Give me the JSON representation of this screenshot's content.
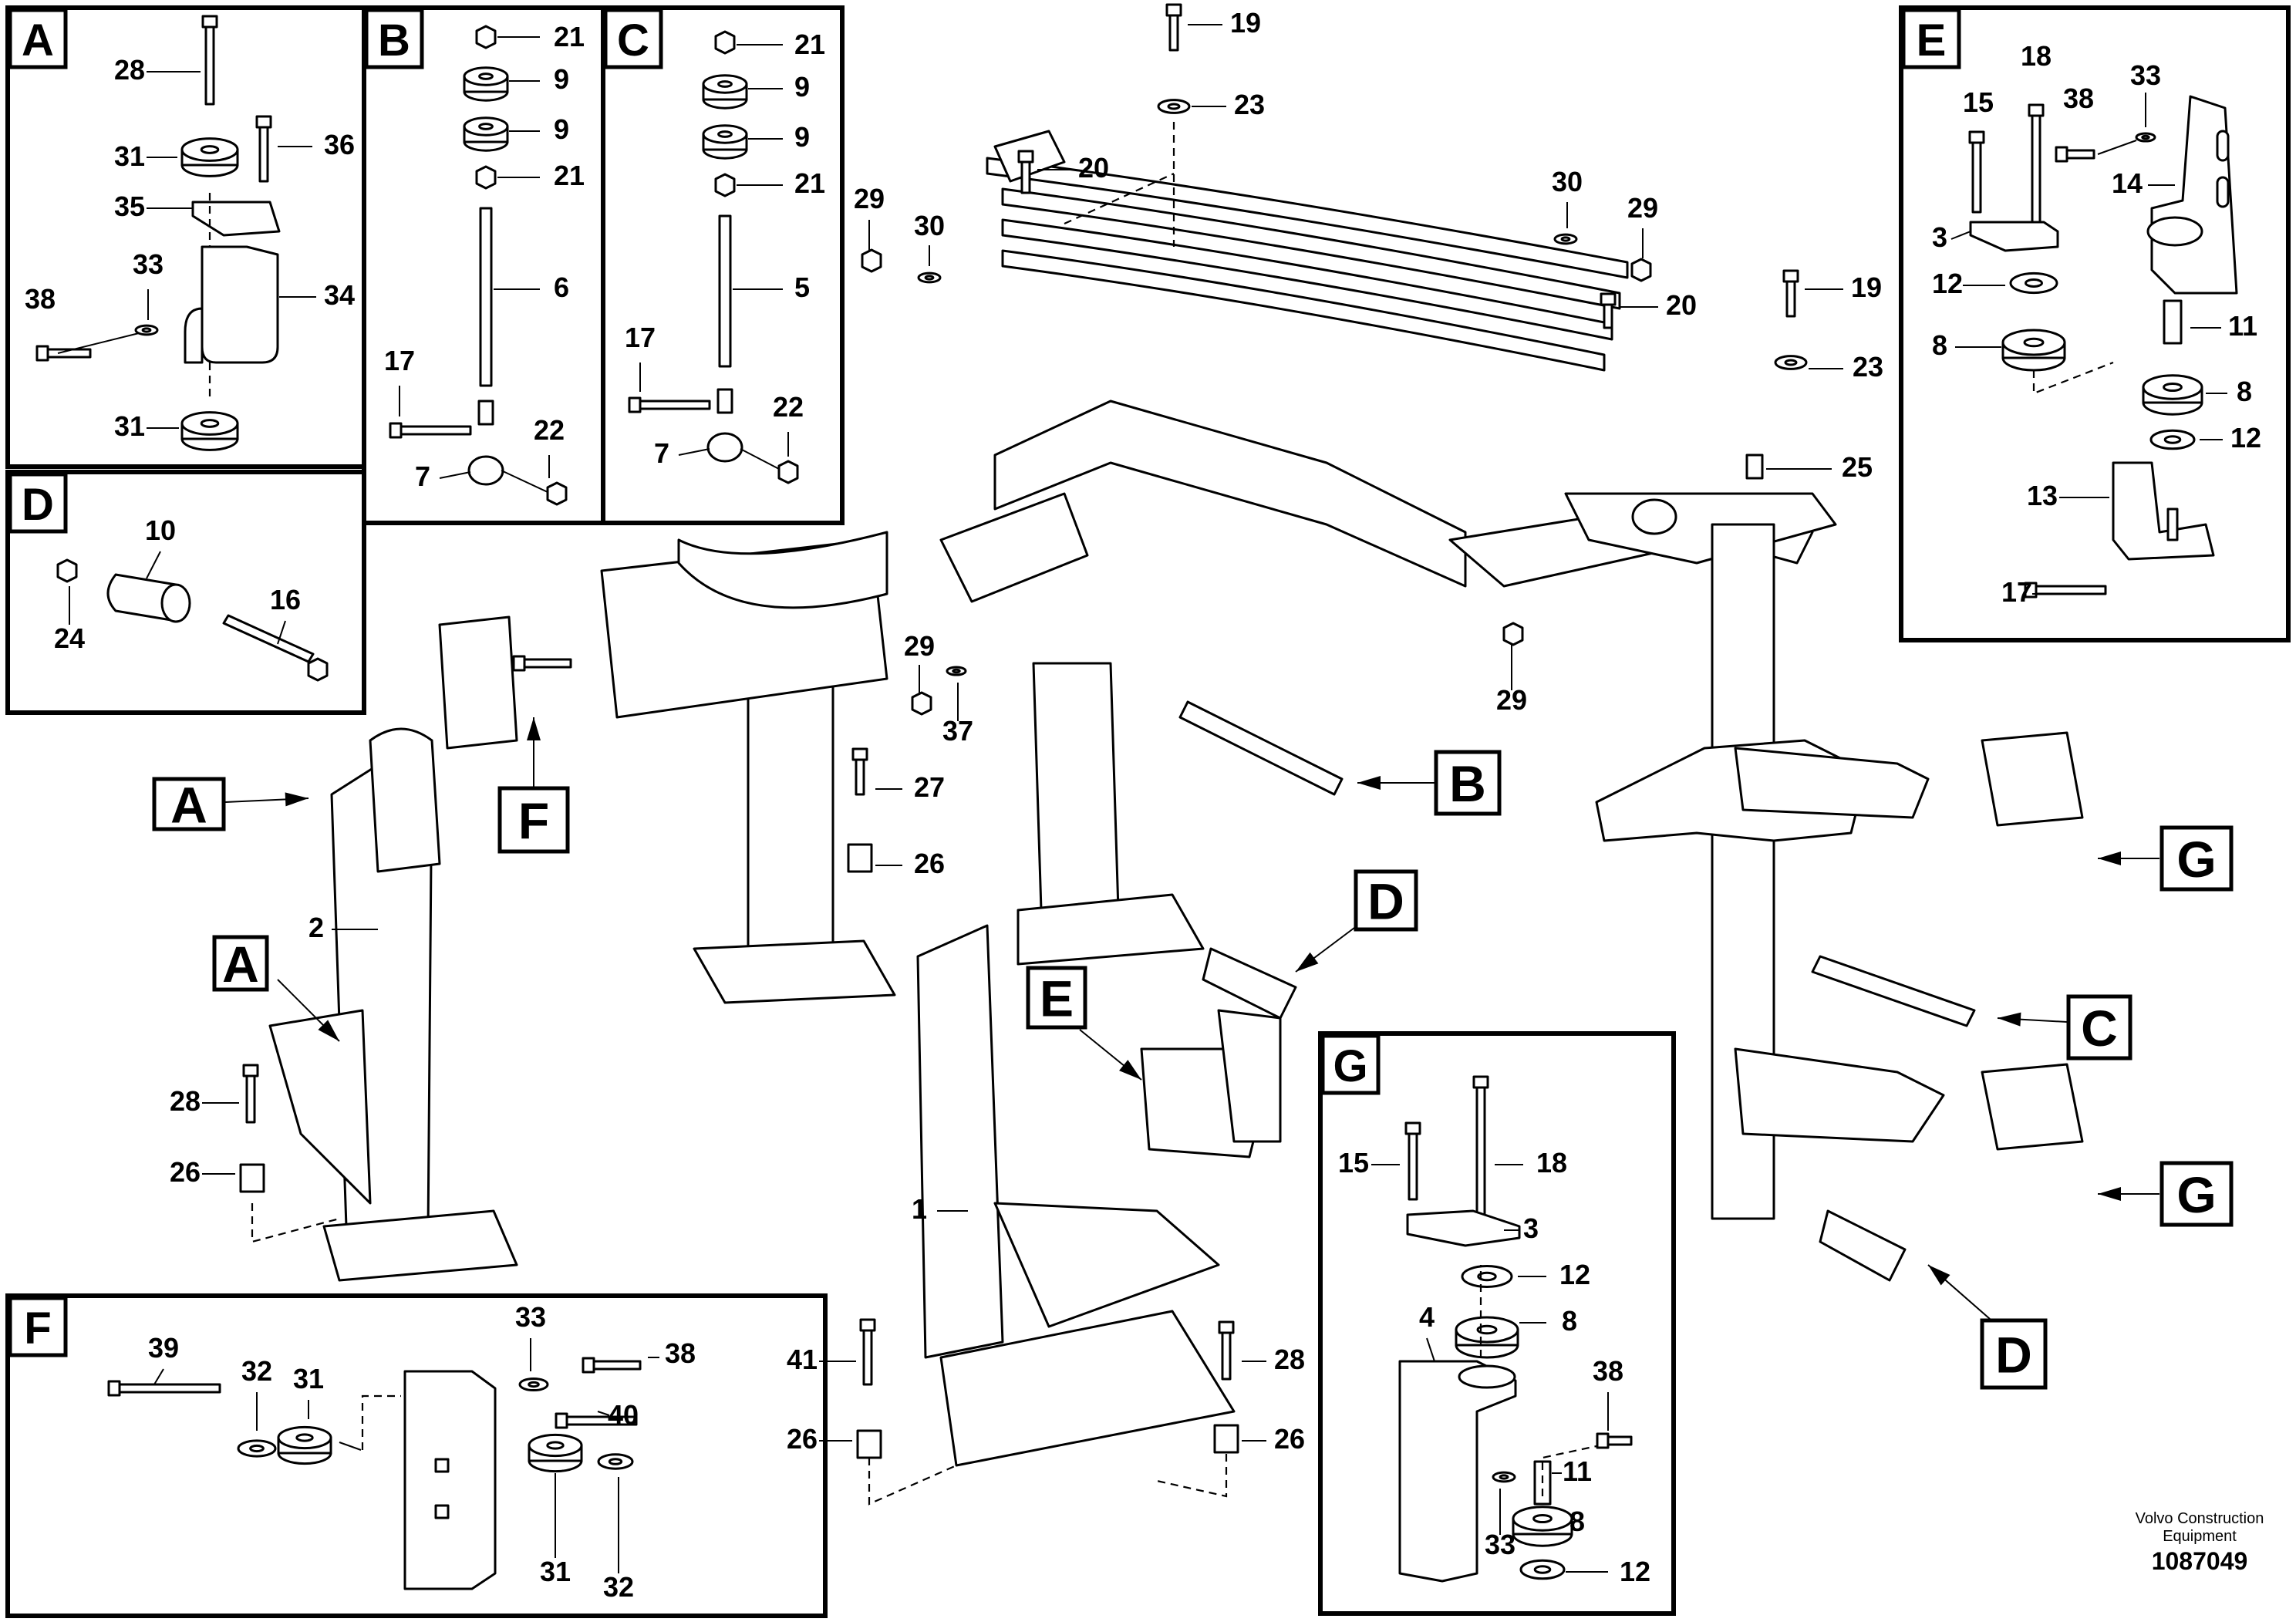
{
  "panels": {
    "A": {
      "letter": "A",
      "parts": [
        "28",
        "31",
        "36",
        "35",
        "33",
        "34",
        "38",
        "31"
      ]
    },
    "B": {
      "letter": "B",
      "parts": [
        "21",
        "9",
        "9",
        "21",
        "6",
        "17",
        "22",
        "7"
      ]
    },
    "C": {
      "letter": "C",
      "parts": [
        "21",
        "9",
        "9",
        "21",
        "5",
        "17",
        "22",
        "7"
      ]
    },
    "D": {
      "letter": "D",
      "parts": [
        "10",
        "16",
        "24"
      ]
    },
    "E": {
      "letter": "E",
      "parts": [
        "18",
        "33",
        "15",
        "38",
        "14",
        "3",
        "12",
        "8",
        "11",
        "8",
        "12",
        "13",
        "17"
      ]
    },
    "F": {
      "letter": "F",
      "parts": [
        "39",
        "32",
        "31",
        "33",
        "38",
        "40",
        "31",
        "32"
      ]
    },
    "G": {
      "letter": "G",
      "parts": [
        "15",
        "18",
        "3",
        "12",
        "4",
        "8",
        "38",
        "11",
        "33",
        "8",
        "12"
      ]
    }
  },
  "main_callouts": [
    "19",
    "23",
    "20",
    "29",
    "30",
    "30",
    "29",
    "20",
    "19",
    "23",
    "25",
    "29",
    "37",
    "29",
    "27",
    "26",
    "2",
    "28",
    "26",
    "1",
    "41",
    "26",
    "28",
    "26"
  ],
  "main_tags": [
    "A",
    "A",
    "F",
    "B",
    "D",
    "E",
    "C",
    "G",
    "G",
    "D"
  ],
  "footer": {
    "company": "Volvo Construction",
    "company2": "Equipment",
    "drawing_number": "1087049"
  }
}
